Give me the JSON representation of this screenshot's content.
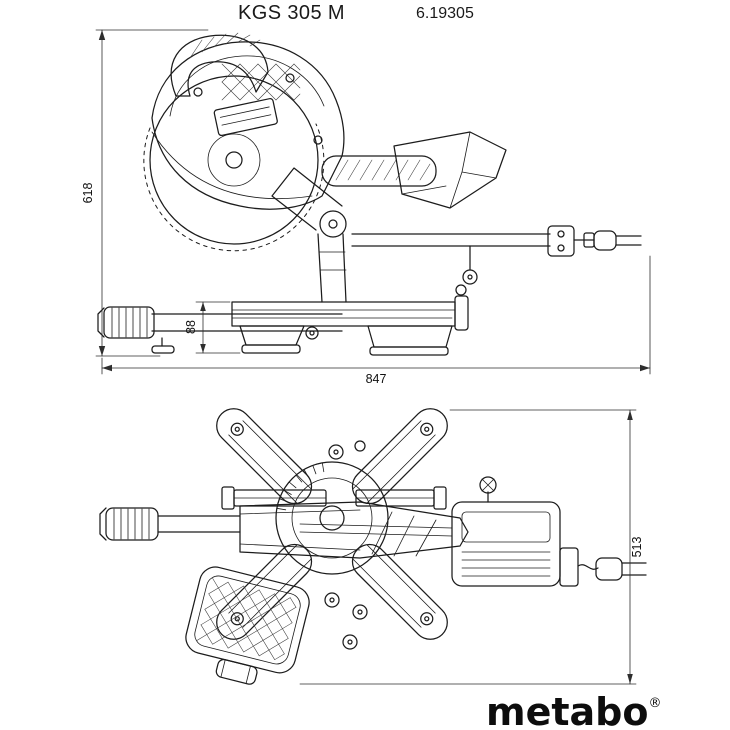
{
  "header": {
    "model": "KGS 305 M",
    "article_number": "6.19305"
  },
  "dimensions": {
    "height": "618",
    "base_height": "88",
    "length": "847",
    "depth": "513"
  },
  "brand": {
    "wordmark": "metabo",
    "registered_mark": "®"
  }
}
